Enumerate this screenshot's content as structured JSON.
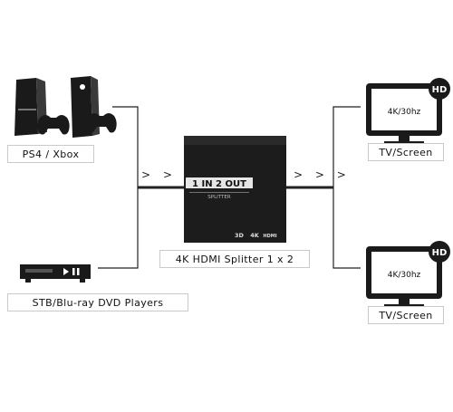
{
  "sources": [
    {
      "label": "PS4 / Xbox",
      "icon": "console-controllers-icon"
    },
    {
      "label": "STB/Blu-ray DVD Players",
      "icon": "set-top-box-icon"
    }
  ],
  "splitter": {
    "label": "4K HDMI Splitter 1 x 2",
    "face_title": "1 IN 2 OUT",
    "face_subtitle": "SPLITTER",
    "badges": [
      "3D",
      "4K",
      "HDMI"
    ]
  },
  "outputs": [
    {
      "label": "TV/Screen",
      "screen_text": "4K/30hz",
      "badge": "HD",
      "icon": "tv-screen-icon"
    },
    {
      "label": "TV/Screen",
      "screen_text": "4K/30hz",
      "badge": "HD",
      "icon": "tv-screen-icon"
    }
  ],
  "flow_arrows": {
    "left": "> > >",
    "right": "> > >"
  },
  "colors": {
    "device": "#1a1a1a",
    "line": "#222222",
    "box_border": "#c9c9c9"
  }
}
